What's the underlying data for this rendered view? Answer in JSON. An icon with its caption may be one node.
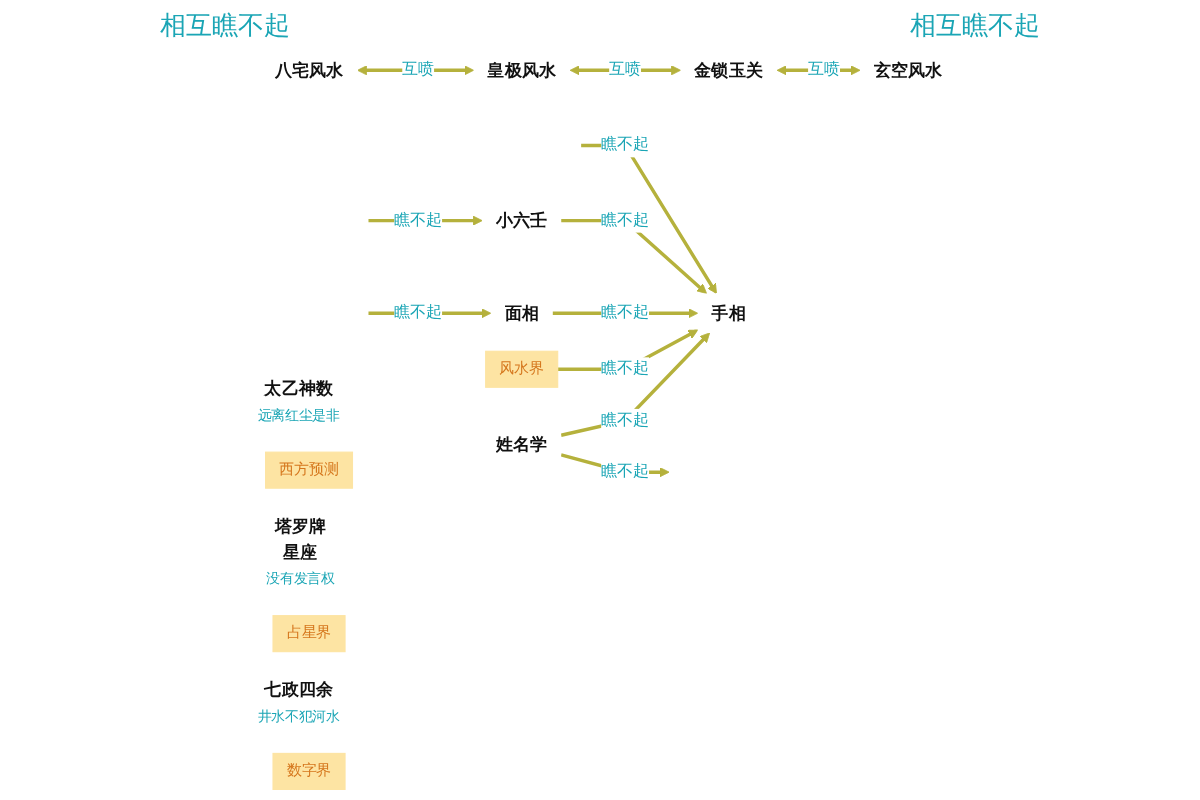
{
  "diagram": {
    "nodes": [
      {
        "text": [
          "面相"
        ]
      },
      {
        "text": [
          "小六壬"
        ]
      },
      {
        "text": [
          "太乙神数"
        ],
        "beside": [
          "远离红尘是非"
        ]
      },
      {
        "text": [
          "手相"
        ]
      },
      {
        "text": [
          "风水界"
        ]
      },
      {
        "text": [
          "八宅风水"
        ]
      },
      {
        "text": [
          "皇极风水"
        ]
      },
      {
        "text": [
          "金锁玉关"
        ]
      },
      {
        "text": [
          "玄空风水"
        ]
      },
      {
        "text": [
          "西方预测"
        ]
      },
      {
        "text": [
          "占星界"
        ]
      },
      {
        "text": [
          "数字界"
        ]
      },
      {
        "text": [
          "塔罗牌",
          "星座"
        ],
        "beside": [
          "没有发言权"
        ]
      },
      {
        "text": [
          "七政四余"
        ],
        "beside": [
          "井水不犯河水"
        ]
      },
      {
        "text": [
          "姓名学"
        ]
      }
    ],
    "edges": [
      {
        "from": null,
        "to": 1,
        "arrow": "to",
        "label": "瞧不起"
      },
      {
        "from": null,
        "to": 0,
        "arrow": "to",
        "label": "瞧不起"
      },
      {
        "from": null,
        "to": 3,
        "arrow": "to",
        "label": "瞧不起"
      },
      {
        "from": 1,
        "to": 3,
        "arrow": "to",
        "label": "瞧不起"
      },
      {
        "from": 0,
        "to": 3,
        "arrow": "to",
        "label": "瞧不起"
      },
      {
        "from": 4,
        "to": 3,
        "arrow": "to",
        "label": "瞧不起"
      },
      {
        "from": 5,
        "to": 6,
        "arrow": "both",
        "label": "互喷"
      },
      {
        "from": 6,
        "to": 7,
        "arrow": "both",
        "label": "互喷"
      },
      {
        "from": 7,
        "to": 8,
        "arrow": "both",
        "label": "互喷"
      },
      {
        "from": 14,
        "to": 3,
        "arrow": "to",
        "label": "瞧不起"
      },
      {
        "from": 14,
        "to": null,
        "arrow": "to",
        "label": "瞧不起"
      }
    ],
    "labels": [
      "相互瞧不起",
      "相互瞧不起"
    ]
  }
}
